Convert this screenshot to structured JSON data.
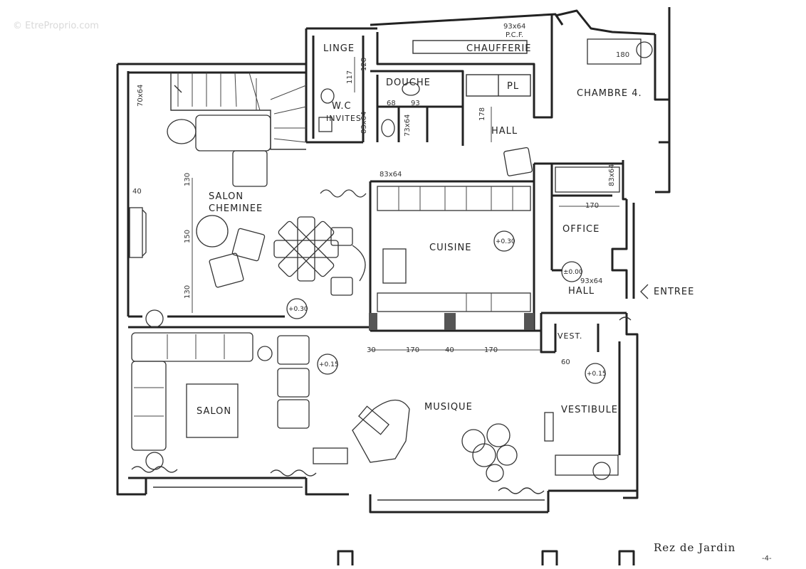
{
  "watermark": "© EtreProprio.com",
  "footer": {
    "title": "Rez de Jardin",
    "page": "-4-"
  },
  "rooms": {
    "linge": "LINGE",
    "chaufferie": "CHAUFFERIE",
    "douche": "DOUCHE",
    "placard": "PL",
    "wc": "W.C",
    "invites": "INVITES",
    "hall_top": "HALL",
    "chambre": "CHAMBRE 4.",
    "salon_cheminee_1": "SALON",
    "salon_cheminee_2": "CHEMINEE",
    "cuisine": "CUISINE",
    "office": "OFFICE",
    "hall_entry": "HALL",
    "entree": "ENTREE",
    "vest": "VEST.",
    "salon": "SALON",
    "musique": "MUSIQUE",
    "vestibule": "VESTIBULE"
  },
  "dimensions": {
    "d_93x64_top": "93x64",
    "pcf": "P.C.F.",
    "d_180": "180",
    "d_70x64": "70x64",
    "d_128": "128",
    "d_117": "117",
    "d_68": "68",
    "d_93": "93",
    "d_178": "178",
    "d_83x64_a": "83x64",
    "d_73x64": "73x64",
    "d_83x64_b": "83x64",
    "d_83x64_c": "83x64",
    "d_40": "40",
    "d_130_a": "130",
    "d_150": "150",
    "d_130_b": "130",
    "d_170_office": "170",
    "d_93x64_hall": "93x64",
    "d_30": "30",
    "d_170_a": "170",
    "d_40_b": "40",
    "d_170_b": "170",
    "d_60": "60"
  },
  "levels": {
    "cuisine": "+0.30",
    "salon_cheminee": "+0.30",
    "salon": "+0.15",
    "hall": "±0.00",
    "vestibule": "+0.15"
  }
}
